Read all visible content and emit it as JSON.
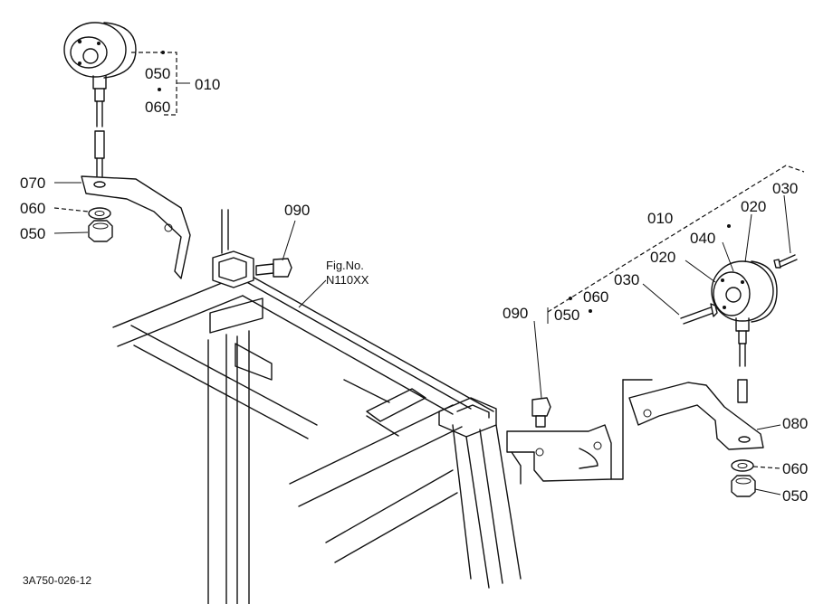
{
  "labels": {
    "left_010": "010",
    "left_050_top": "050",
    "left_060_top": "060",
    "left_070": "070",
    "left_060": "060",
    "left_050": "050",
    "mid_090": "090",
    "fig_no_line1": "Fig.No.",
    "fig_no_line2": "N110XX",
    "right_090": "090",
    "right_010": "010",
    "right_020_top": "020",
    "right_030_top": "030",
    "right_040": "040",
    "right_020": "020",
    "right_030": "030",
    "right_060_group": "060",
    "right_050_group": "050",
    "right_080": "080",
    "right_060": "060",
    "right_050": "050"
  },
  "footer": {
    "drawing_code": "3A750-026-12"
  }
}
